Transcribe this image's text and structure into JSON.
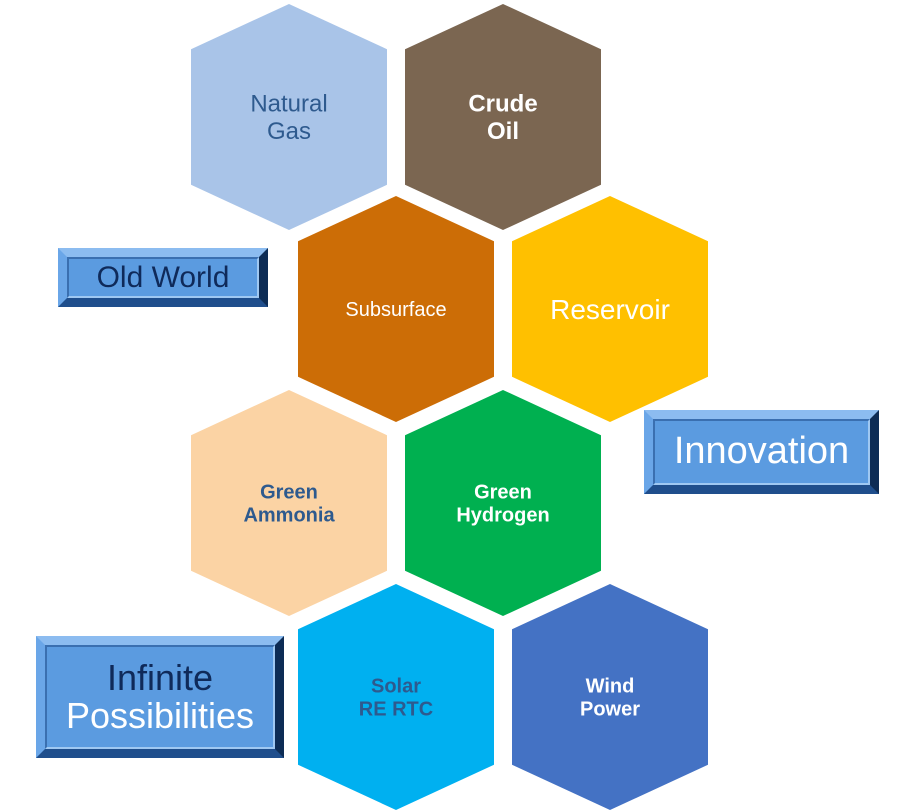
{
  "hexagons": [
    {
      "id": "natural-gas",
      "lines": [
        "Natural",
        "Gas"
      ],
      "fill": "#a9c4e8",
      "text_color": "#2e5a8e",
      "bold": false
    },
    {
      "id": "crude-oil",
      "lines": [
        "Crude",
        "Oil"
      ],
      "fill": "#7b6651",
      "text_color": "#ffffff",
      "bold": true
    },
    {
      "id": "subsurface",
      "lines": [
        "Subsurface"
      ],
      "fill": "#cc6d06",
      "text_color": "#ffffff",
      "bold": false
    },
    {
      "id": "reservoir",
      "lines": [
        "Reservoir"
      ],
      "fill": "#ffc000",
      "text_color": "#ffffff",
      "bold": false
    },
    {
      "id": "green-ammonia",
      "lines": [
        "Green",
        "Ammonia"
      ],
      "fill": "#fbd3a4",
      "text_color": "#2e5a8e",
      "bold": true
    },
    {
      "id": "green-hydrogen",
      "lines": [
        "Green",
        "Hydrogen"
      ],
      "fill": "#00b050",
      "text_color": "#ffffff",
      "bold": true
    },
    {
      "id": "solar-re-rtc",
      "lines": [
        "Solar",
        "RE RTC"
      ],
      "fill": "#00b0f0",
      "text_color": "#2e5a8e",
      "bold": true
    },
    {
      "id": "wind-power",
      "lines": [
        "Wind",
        "Power"
      ],
      "fill": "#4472c4",
      "text_color": "#ffffff",
      "bold": true
    }
  ],
  "labels": {
    "old_world": "Old World",
    "innovation": "Innovation",
    "infinite_1": "Infinite",
    "infinite_2": "Possibilities"
  }
}
